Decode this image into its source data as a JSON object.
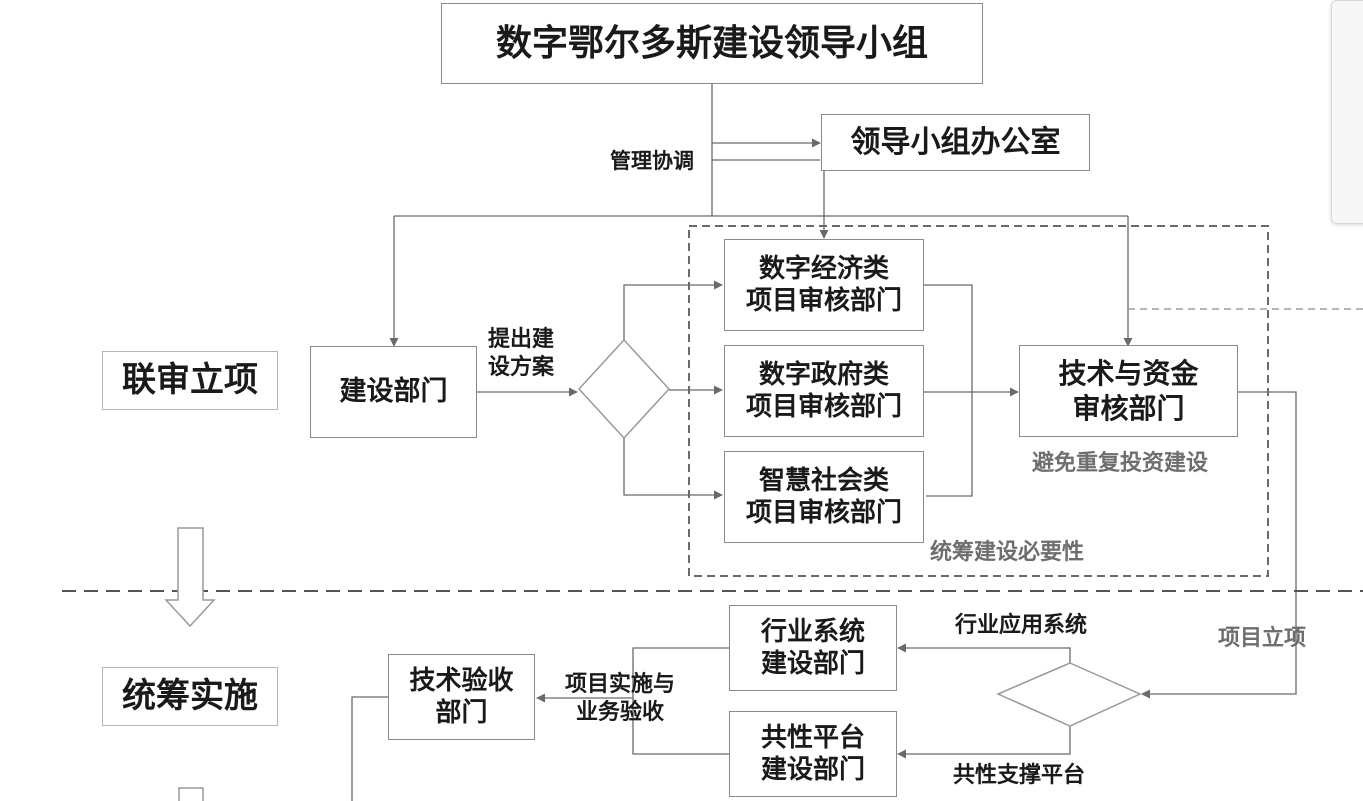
{
  "nodes": {
    "leading_group": "数字鄂尔多斯建设领导小组",
    "office": "领导小组办公室",
    "construction_dept": "建设部门",
    "econ_review": [
      "数字经济类",
      "项目审核部门"
    ],
    "gov_review": [
      "数字政府类",
      "项目审核部门"
    ],
    "society_review": [
      "智慧社会类",
      "项目审核部门"
    ],
    "tech_fund_review": [
      "技术与资金",
      "审核部门"
    ],
    "industry_system_dept": [
      "行业系统",
      "建设部门"
    ],
    "common_platform_dept": [
      "共性平台",
      "建设部门"
    ],
    "tech_acceptance": [
      "技术验收",
      "部门"
    ]
  },
  "stages": {
    "joint_review": "联审立项",
    "coordinated_impl": "统筹实施"
  },
  "labels": {
    "management": "管理协调",
    "propose_plan": [
      "提出建",
      "设方案"
    ],
    "avoid_duplicate": "避免重复投资建设",
    "coordinate_necessity": "统筹建设必要性",
    "project_approval": "项目立项",
    "industry_app": "行业应用系统",
    "common_support": "共性支撑平台",
    "impl_acceptance": [
      "项目实施与",
      "业务验收"
    ]
  }
}
